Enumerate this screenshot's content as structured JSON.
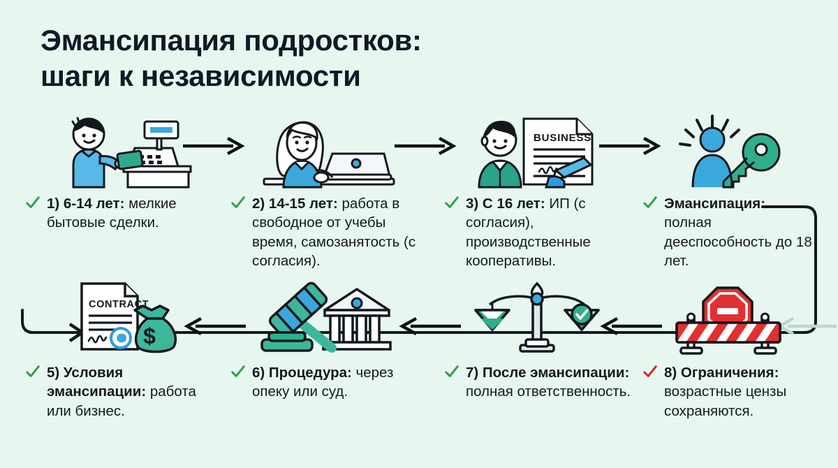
{
  "page": {
    "background_color": "#e7f7ef",
    "text_color": "#14181d",
    "check_green": "#2e9e4f",
    "check_red": "#d22525",
    "arrow_color": "#111111",
    "faded_arrow_color": "#b9d9cd"
  },
  "title": "Эмансипация подростков:\nшаги к независимости",
  "steps": [
    {
      "id": 1,
      "icon": "teen-paying-at-cash-register-icon",
      "check_color": "#2e9e4f",
      "bold": "1) 6-14 лет:",
      "rest": " мелкие бытовые сделки."
    },
    {
      "id": 2,
      "icon": "teen-girl-working-on-laptop-icon",
      "check_color": "#2e9e4f",
      "bold": "2) 14-15 лет:",
      "rest": " работа в свободное от учебы время, самозанятость (с согласия)."
    },
    {
      "id": 3,
      "icon": "man-signing-business-document-icon",
      "check_color": "#2e9e4f",
      "bold": "3) С 16 лет:",
      "rest": " ИП (с согласия), производственные кооперативы."
    },
    {
      "id": 4,
      "icon": "person-with-key-icon",
      "check_color": "#2e9e4f",
      "bold": "Эмансипация:",
      "rest": " полная дееспособность до 18 лет."
    },
    {
      "id": 5,
      "icon": "contract-and-money-bag-icon",
      "check_color": "#2e9e4f",
      "bold": "5) Условия эмансипации:",
      "rest": " работа или бизнес."
    },
    {
      "id": 6,
      "icon": "gavel-and-courthouse-icon",
      "check_color": "#2e9e4f",
      "bold": "6) Процедура:",
      "rest": " через опеку или суд."
    },
    {
      "id": 7,
      "icon": "scales-of-justice-icon",
      "check_color": "#2e9e4f",
      "bold": "7) После эмансипации:",
      "rest": " полная ответственность."
    },
    {
      "id": 8,
      "icon": "road-barrier-stop-sign-icon",
      "check_color": "#d22525",
      "bold": "8) Ограничения:",
      "rest": " возрастные цензы сохраняются."
    }
  ],
  "icon_labels": {
    "business_document": "BUSINESS",
    "contract_document": "CONTRACT",
    "money_symbol": "$"
  },
  "flow": {
    "arrows_row1": 3,
    "arrows_row2": 3,
    "wrap_connector": "from step 4 right side, down and around to step 5",
    "tail_arrow": "faded left arrow at far right of row 2"
  }
}
